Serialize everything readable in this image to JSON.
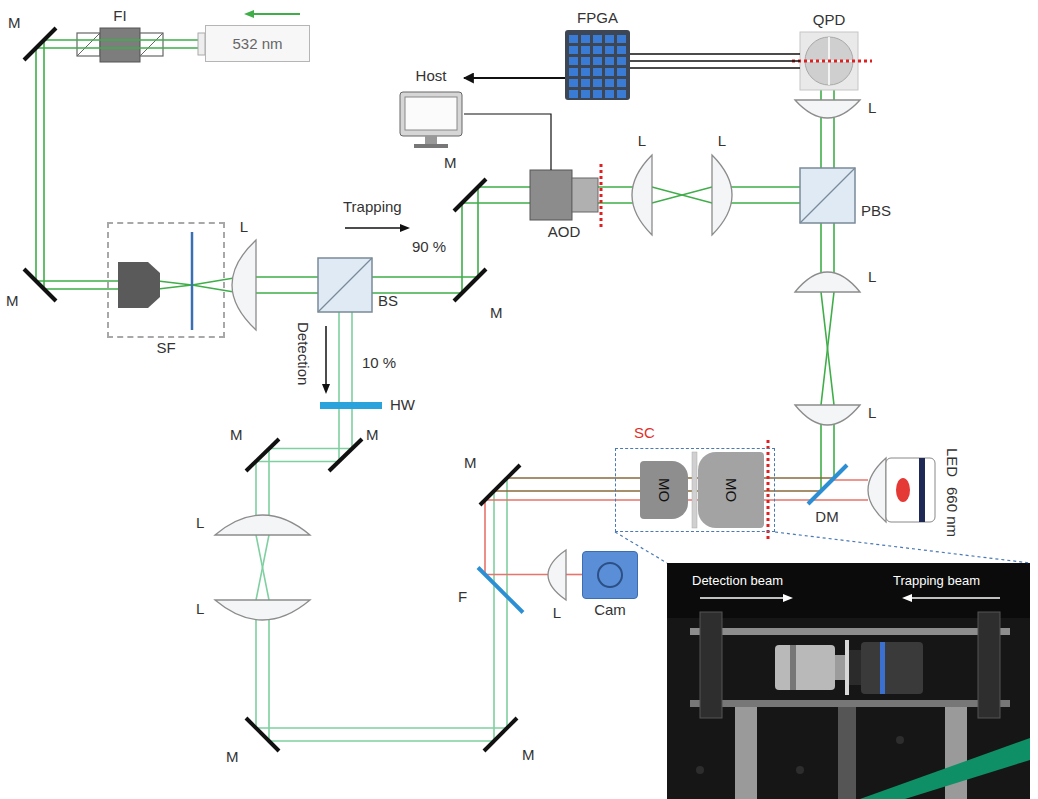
{
  "diagram": {
    "nodes": [
      {
        "text": [
          "FI"
        ]
      },
      {
        "text": [
          "532 nm"
        ]
      },
      {
        "text": [
          "SF"
        ]
      },
      {
        "text": [
          "BS"
        ]
      },
      {
        "text": [
          "Host"
        ]
      },
      {
        "text": [
          "AOD"
        ]
      },
      {
        "text": [
          "FPGA"
        ]
      },
      {
        "text": [
          "QPD"
        ]
      },
      {
        "text": [
          "PBS"
        ]
      },
      {
        "text": [
          "SC"
        ]
      },
      {
        "text": [
          "MO"
        ],
        "in": 9
      },
      {
        "text": [
          "MO"
        ],
        "in": 9
      },
      {
        "text": [
          "LED",
          "660 nm"
        ]
      },
      {
        "text": [
          "Cam"
        ]
      }
    ],
    "edges": [
      {
        "from": 7,
        "to": 6,
        "arrow": "none"
      },
      {
        "from": 6,
        "to": 4,
        "arrow": "to"
      },
      {
        "from": 4,
        "to": 5,
        "arrow": "none"
      }
    ],
    "labels": [
      "M",
      "M",
      "L",
      "Trapping",
      "90 %",
      "Detection",
      "10 %",
      "M",
      "M",
      "L",
      "L",
      "L",
      "L",
      "L",
      "DM",
      "HW",
      "M",
      "M",
      "L",
      "L",
      "M",
      "F",
      "L",
      "M",
      "M",
      "Detection beam",
      "Trapping beam"
    ]
  }
}
